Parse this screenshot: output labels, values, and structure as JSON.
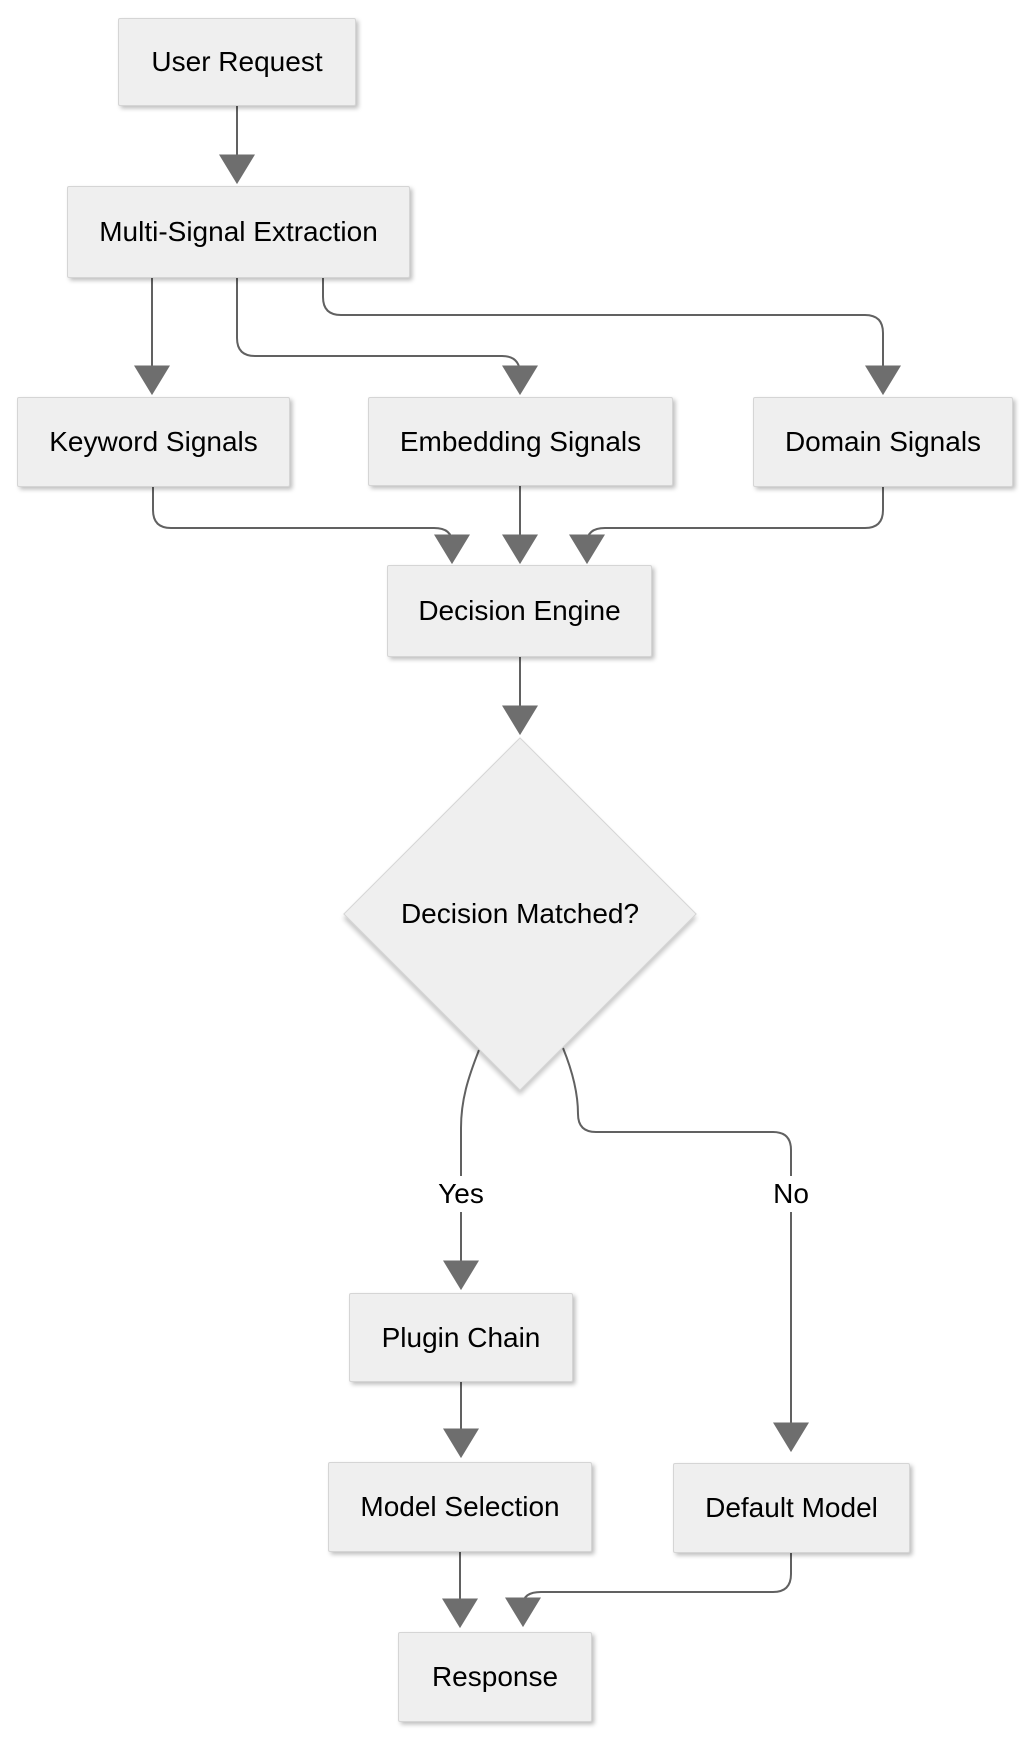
{
  "diagram": {
    "type": "flowchart",
    "direction": "top-down",
    "nodes": {
      "user_request": {
        "label": "User Request",
        "shape": "rect"
      },
      "multi_signal_extraction": {
        "label": "Multi-Signal Extraction",
        "shape": "rect"
      },
      "keyword_signals": {
        "label": "Keyword Signals",
        "shape": "rect"
      },
      "embedding_signals": {
        "label": "Embedding Signals",
        "shape": "rect"
      },
      "domain_signals": {
        "label": "Domain Signals",
        "shape": "rect"
      },
      "decision_engine": {
        "label": "Decision Engine",
        "shape": "rect"
      },
      "decision_matched": {
        "label": "Decision Matched?",
        "shape": "diamond"
      },
      "plugin_chain": {
        "label": "Plugin Chain",
        "shape": "rect"
      },
      "model_selection": {
        "label": "Model Selection",
        "shape": "rect"
      },
      "default_model": {
        "label": "Default Model",
        "shape": "rect"
      },
      "response": {
        "label": "Response",
        "shape": "rect"
      }
    },
    "edge_labels": {
      "yes": "Yes",
      "no": "No"
    },
    "edges": [
      {
        "from": "user_request",
        "to": "multi_signal_extraction",
        "label": ""
      },
      {
        "from": "multi_signal_extraction",
        "to": "keyword_signals",
        "label": ""
      },
      {
        "from": "multi_signal_extraction",
        "to": "embedding_signals",
        "label": ""
      },
      {
        "from": "multi_signal_extraction",
        "to": "domain_signals",
        "label": ""
      },
      {
        "from": "keyword_signals",
        "to": "decision_engine",
        "label": ""
      },
      {
        "from": "embedding_signals",
        "to": "decision_engine",
        "label": ""
      },
      {
        "from": "domain_signals",
        "to": "decision_engine",
        "label": ""
      },
      {
        "from": "decision_engine",
        "to": "decision_matched",
        "label": ""
      },
      {
        "from": "decision_matched",
        "to": "plugin_chain",
        "label": "Yes"
      },
      {
        "from": "decision_matched",
        "to": "default_model",
        "label": "No"
      },
      {
        "from": "plugin_chain",
        "to": "model_selection",
        "label": ""
      },
      {
        "from": "model_selection",
        "to": "response",
        "label": ""
      },
      {
        "from": "default_model",
        "to": "response",
        "label": ""
      }
    ],
    "colors": {
      "node_fill": "#efefef",
      "node_border": "#d5d5d5",
      "edge": "#616161",
      "arrow": "#6e6e6e",
      "text": "#000000",
      "background": "#ffffff"
    }
  }
}
